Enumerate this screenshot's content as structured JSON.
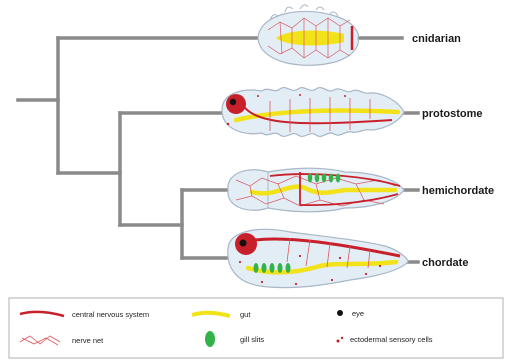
{
  "taxa": {
    "cnidarian": "cnidarian",
    "protostome": "protostome",
    "hemichordate": "hemichordate",
    "chordate": "chordate"
  },
  "legend": {
    "cns": "central nervous system",
    "gut": "gut",
    "eye": "eye",
    "nerve_net": "nerve net",
    "gill_slits": "gill slits",
    "sensory_cells": "ectodermal sensory cells"
  },
  "colors": {
    "tree": "#8a8a8a",
    "cns": "#c8202a",
    "gut": "#f2e21a",
    "nerve_net": "#d9585f",
    "eye": "#111111",
    "gill_slits": "#34b24a",
    "body_fill": "#e3edf6",
    "body_outline": "#a9b7c6"
  },
  "icons": {
    "cns": "red-line-icon",
    "gut": "yellow-line-icon",
    "eye": "black-dot-icon",
    "nerve_net": "nerve-net-icon",
    "gill_slits": "green-oval-icon",
    "sensory_cells": "sensory-cell-icon"
  }
}
